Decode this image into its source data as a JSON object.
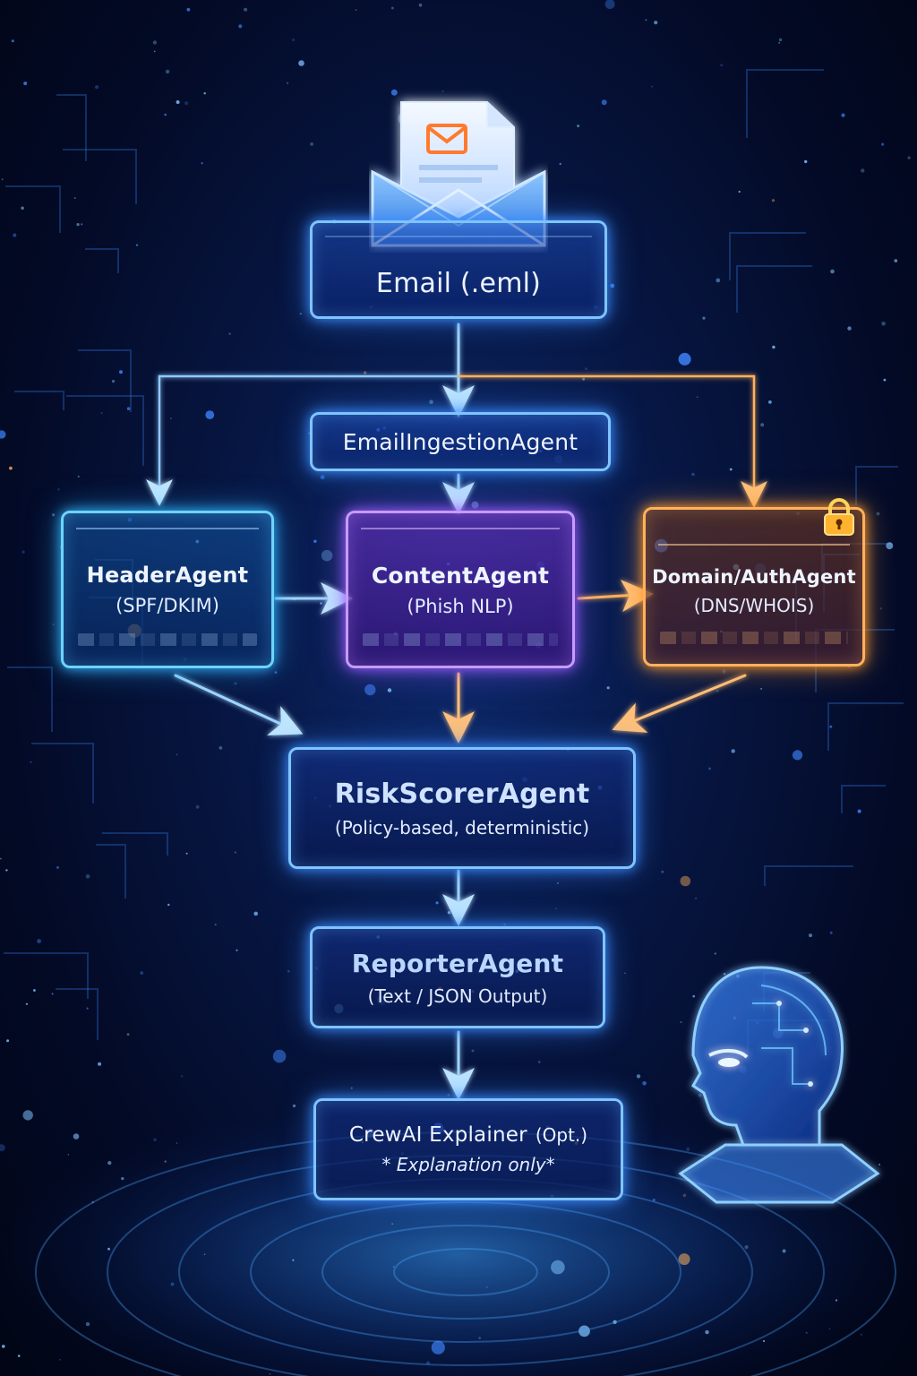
{
  "nodes": {
    "email": {
      "title": "Email (.eml)"
    },
    "ingestion": {
      "title": "EmailIngestionAgent"
    },
    "header": {
      "title": "HeaderAgent",
      "subtitle": "(SPF/DKIM)"
    },
    "content": {
      "title": "ContentAgent",
      "subtitle": "(Phish NLP)"
    },
    "domain": {
      "title": "Domain/AuthAgent",
      "subtitle": "(DNS/WHOIS)"
    },
    "risk": {
      "title": "RiskScorerAgent",
      "subtitle": "(Policy-based, deterministic)"
    },
    "reporter": {
      "title": "ReporterAgent",
      "subtitle": "(Text / JSON Output)"
    },
    "explainer": {
      "title": "CrewAI Explainer",
      "title_suffix": "(Opt.)",
      "subtitle": "* Explanation only*"
    }
  },
  "icons": {
    "email": "envelope-icon",
    "domain": "lock-icon",
    "ai": "ai-head-icon"
  },
  "colors": {
    "blue": "#7fc4ff",
    "purple": "#c79bff",
    "orange": "#ffb25c",
    "envelope_accent": "#ff7a2e"
  },
  "edges": [
    {
      "from": "email",
      "to": "ingestion"
    },
    {
      "from": "email",
      "to": "header"
    },
    {
      "from": "email",
      "to": "domain"
    },
    {
      "from": "ingestion",
      "to": "content"
    },
    {
      "from": "header",
      "to": "content"
    },
    {
      "from": "content",
      "to": "domain"
    },
    {
      "from": "header",
      "to": "risk"
    },
    {
      "from": "content",
      "to": "risk"
    },
    {
      "from": "domain",
      "to": "risk"
    },
    {
      "from": "risk",
      "to": "reporter"
    },
    {
      "from": "reporter",
      "to": "explainer"
    }
  ]
}
